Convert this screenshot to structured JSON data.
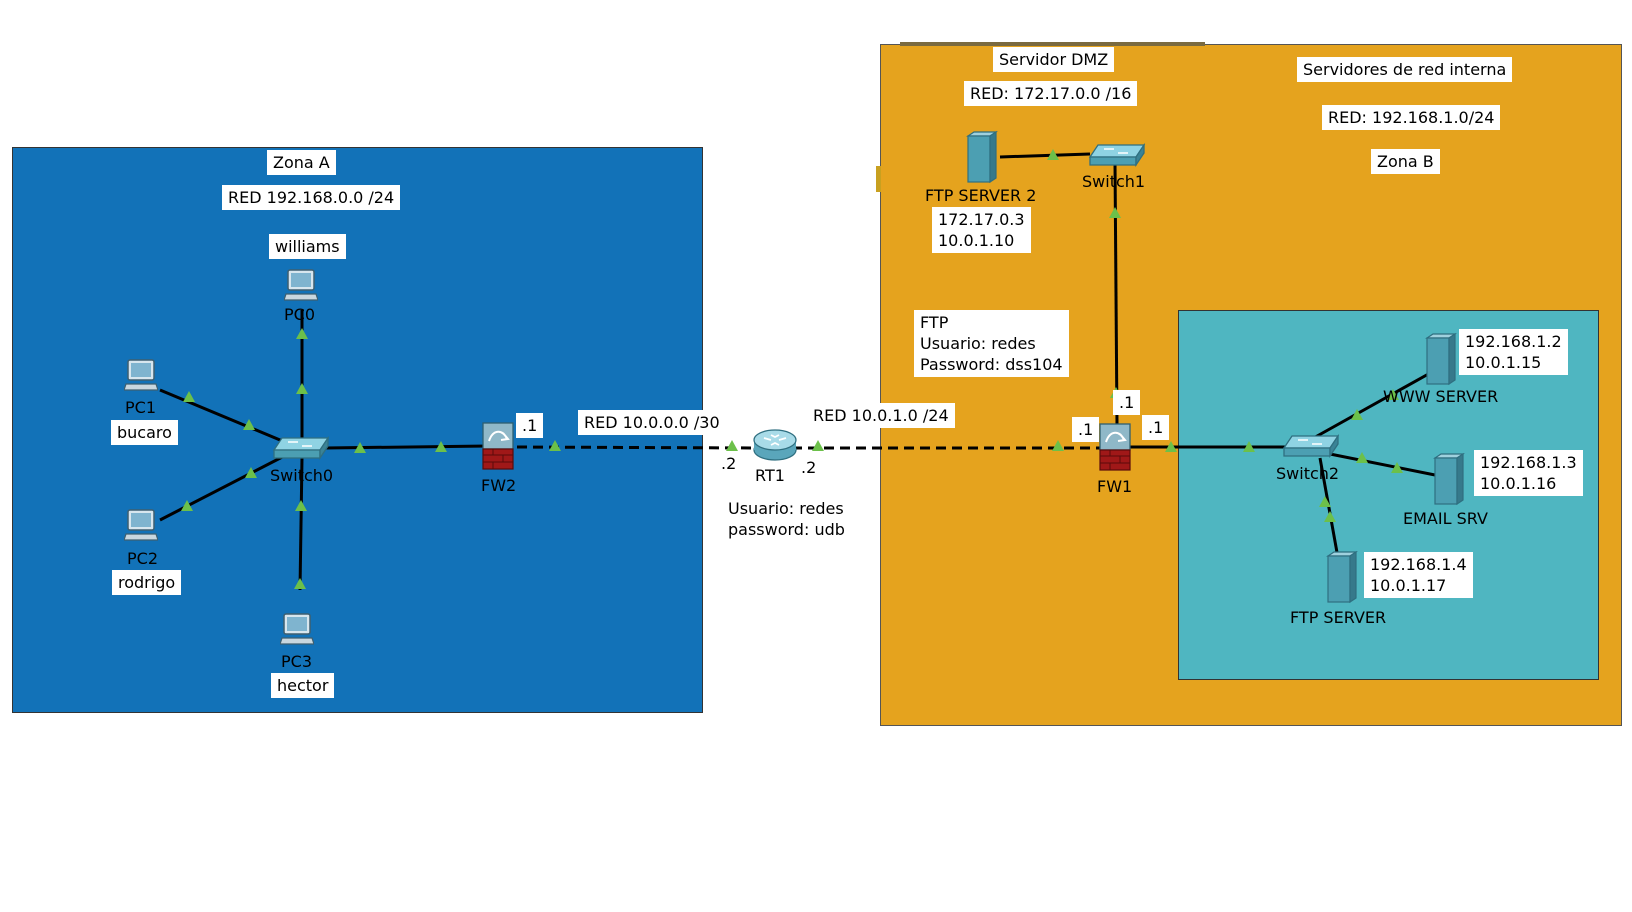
{
  "zones": {
    "zone_a": {
      "title": "Zona A",
      "network": "RED 192.168.0.0  /24"
    },
    "dmz": {
      "title": "Servidor DMZ",
      "network": "RED: 172.17.0.0  /16"
    },
    "zone_b": {
      "title": "Zona B",
      "internal": "Servidores de red interna",
      "network": "RED: 192.168.1.0/24"
    }
  },
  "wan": {
    "left_net": "RED 10.0.0.0 /30",
    "right_net": "RED 10.0.1.0 /24",
    "router_creds": "Usuario: redes\npassword: udb"
  },
  "ftp_creds": "FTP\nUsuario: redes\nPassword: dss104",
  "devices": {
    "pc0": {
      "name": "PC0",
      "user": "williams"
    },
    "pc1": {
      "name": "PC1",
      "user": "bucaro"
    },
    "pc2": {
      "name": "PC2",
      "user": "rodrigo"
    },
    "pc3": {
      "name": "PC3",
      "user": "hector"
    },
    "switch0": {
      "name": "Switch0"
    },
    "switch1": {
      "name": "Switch1"
    },
    "switch2": {
      "name": "Switch2"
    },
    "fw2": {
      "name": "FW2",
      "port": ".1"
    },
    "rt1": {
      "name": "RT1",
      "port_left": ".2",
      "port_right": ".2"
    },
    "fw1": {
      "name": "FW1",
      "port_left": ".1",
      "port_up": ".1",
      "port_right": ".1"
    },
    "ftp_server_2": {
      "name": "FTP SERVER 2",
      "ips": "172.17.0.3\n10.0.1.10"
    },
    "www_server": {
      "name": "WWW SERVER",
      "ips": "192.168.1.2\n10.0.1.15"
    },
    "email_srv": {
      "name": "EMAIL SRV",
      "ips": "192.168.1.3\n10.0.1.16"
    },
    "ftp_server": {
      "name": "FTP SERVER",
      "ips": "192.168.1.4\n10.0.1.17"
    }
  },
  "colors": {
    "zone_a": "#1272b8",
    "zone_b": "#e5a31e",
    "internal": "#4fb6c1",
    "link_up": "#6cc04a",
    "firewall": "#a01818"
  }
}
